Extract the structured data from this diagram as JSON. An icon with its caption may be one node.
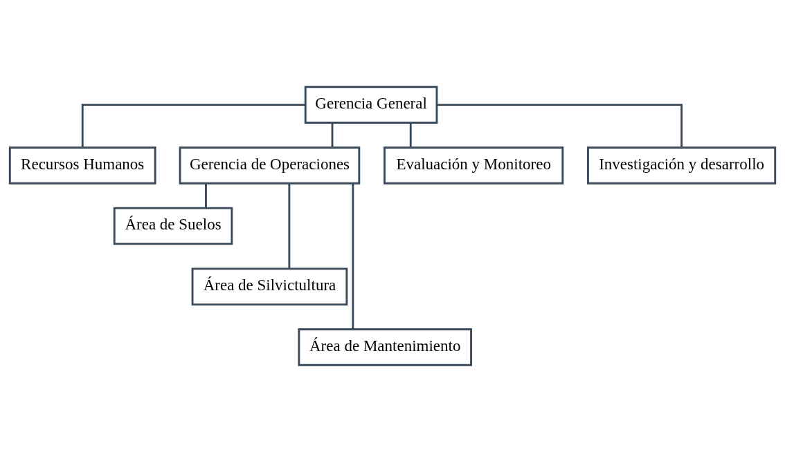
{
  "diagram": {
    "nodes": [
      {
        "text": [
          "Gerencia General"
        ]
      },
      {
        "text": [
          "Recursos Humanos"
        ]
      },
      {
        "text": [
          "Gerencia de Operaciones"
        ]
      },
      {
        "text": [
          "Evaluación y Monitoreo"
        ]
      },
      {
        "text": [
          "Investigación y desarrollo"
        ]
      },
      {
        "text": [
          "Área de Suelos"
        ]
      },
      {
        "text": [
          "Área de Silvictultura"
        ]
      },
      {
        "text": [
          "Área de Mantenimiento"
        ]
      }
    ],
    "edges": [
      {
        "from": 0,
        "to": 1,
        "arrow": "none"
      },
      {
        "from": 0,
        "to": 2,
        "arrow": "none"
      },
      {
        "from": 0,
        "to": 3,
        "arrow": "none"
      },
      {
        "from": 0,
        "to": 4,
        "arrow": "none"
      },
      {
        "from": 2,
        "to": 5,
        "arrow": "none"
      },
      {
        "from": 2,
        "to": 6,
        "arrow": "none"
      },
      {
        "from": 2,
        "to": 7,
        "arrow": "none"
      }
    ]
  }
}
